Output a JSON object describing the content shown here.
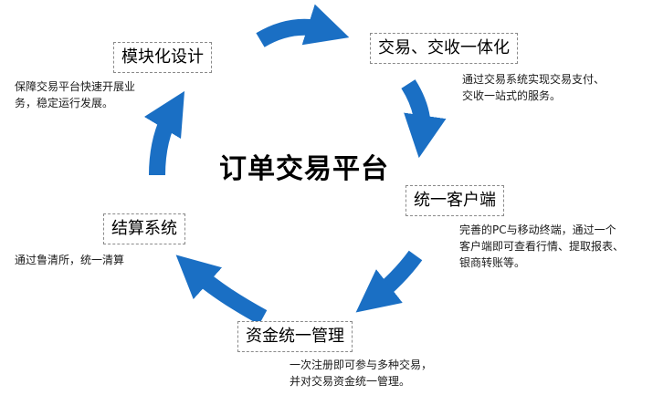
{
  "diagram": {
    "title": "订单交易平台",
    "arrow_color": "#1a6fc4",
    "nodes": [
      {
        "label": "交易、交收一体化",
        "desc": [
          "通过交易系统实现交易支付、",
          "交收一站式的服务。"
        ]
      },
      {
        "label": "统一客户端",
        "desc": [
          "完善的PC与移动终端，通过一个",
          "客户端即可查看行情、提取报表、",
          "银商转账等。"
        ]
      },
      {
        "label": "资金统一管理",
        "desc": [
          "一次注册即可参与多种交易，",
          "并对交易资金统一管理。"
        ]
      },
      {
        "label": "结算系统",
        "desc": [
          "通过鲁清所，统一清算"
        ]
      },
      {
        "label": "模块化设计",
        "desc": [
          "保障交易平台快速开展业",
          "务，稳定运行发展。"
        ]
      }
    ]
  }
}
